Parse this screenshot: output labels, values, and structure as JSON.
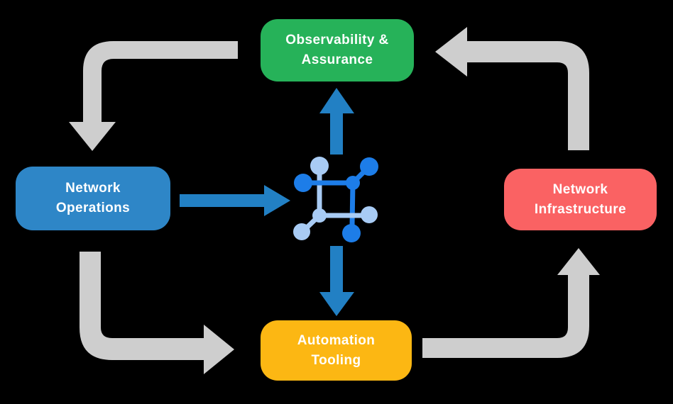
{
  "colors": {
    "background": "#000000",
    "text": "#ffffff",
    "box_green": "#26b259",
    "box_blue": "#2e86c7",
    "box_red": "#fa6263",
    "box_yellow": "#fcb713",
    "arrow_gray": "#cecece",
    "arrow_blue": "#2280c4",
    "icon_blue": "#1d7de8",
    "icon_light_blue": "#a8cbf4"
  },
  "nodes": {
    "observability": {
      "label": "Observability &\nAssurance"
    },
    "network_operations": {
      "label": "Network\nOperations"
    },
    "network_infrastructure": {
      "label": "Network\nInfrastructure"
    },
    "automation_tooling": {
      "label": "Automation\nTooling"
    }
  },
  "center_icon": {
    "name": "network-mesh-icon"
  },
  "edges": [
    {
      "from": "Observability & Assurance",
      "to": "Network Operations",
      "style": "gray-curved"
    },
    {
      "from": "Network Infrastructure",
      "to": "Observability & Assurance",
      "style": "gray-curved"
    },
    {
      "from": "Network Operations",
      "to": "Automation Tooling",
      "style": "gray-curved"
    },
    {
      "from": "Automation Tooling",
      "to": "Network Infrastructure",
      "style": "gray-curved"
    },
    {
      "from": "Network Operations",
      "to": "center-icon",
      "style": "blue-straight"
    },
    {
      "from": "center-icon",
      "to": "Observability & Assurance",
      "style": "blue-straight"
    },
    {
      "from": "center-icon",
      "to": "Automation Tooling",
      "style": "blue-straight"
    }
  ]
}
